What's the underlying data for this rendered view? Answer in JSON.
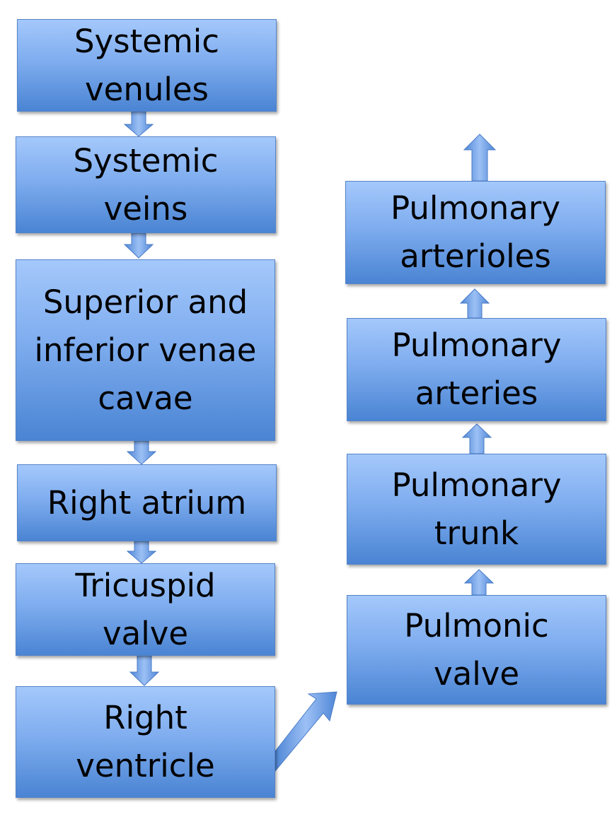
{
  "diagram": {
    "colors": {
      "box_top": "#a4c8fb",
      "box_bottom": "#4a84d3",
      "box_border": "#5585c9",
      "arrow_fill": "#6e9ee3",
      "arrow_stroke": "#4a7cc6"
    },
    "left_column": [
      {
        "label": "Systemic\nvenules"
      },
      {
        "label": "Systemic\nveins"
      },
      {
        "label": "Superior and\ninferior venae\ncavae"
      },
      {
        "label": "Right atrium"
      },
      {
        "label": "Tricuspid\nvalve"
      },
      {
        "label": "Right\nventricle"
      }
    ],
    "right_column": [
      {
        "label": "Pulmonary\narterioles"
      },
      {
        "label": "Pulmonary\narteries"
      },
      {
        "label": "Pulmonary\ntrunk"
      },
      {
        "label": "Pulmonic\nvalve"
      }
    ]
  }
}
